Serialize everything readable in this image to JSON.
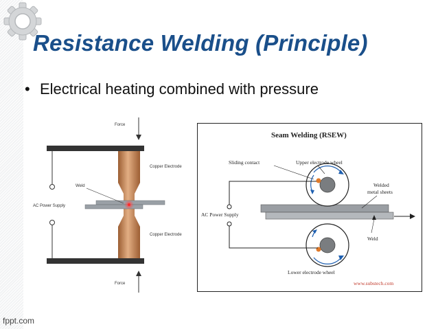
{
  "slide": {
    "title": "Resistance Welding (Principle)",
    "bullet": "Electrical heating combined with pressure"
  },
  "left_diagram": {
    "force_top": "Force",
    "force_bottom": "Force",
    "copper_upper": "Copper Electrode",
    "copper_lower": "Copper Electrode",
    "weld": "Weld",
    "power": "AC Power Supply"
  },
  "seam_diagram": {
    "title": "Seam Welding (RSEW)",
    "sliding_contact": "Sliding contact",
    "upper_wheel": "Upper electrode wheel",
    "welded": "Welded",
    "metal_sheets": "metal sheets",
    "power": "AC Power Supply",
    "weld": "Weld",
    "lower_wheel": "Lower electrode wheel",
    "source": "www.substech.com"
  },
  "footer": {
    "brand": "fppt.com"
  },
  "colors": {
    "title": "#1a4f8a",
    "copper": "#c8895a",
    "accent": "#e07a2a",
    "wheel": "#1e5fb0"
  }
}
